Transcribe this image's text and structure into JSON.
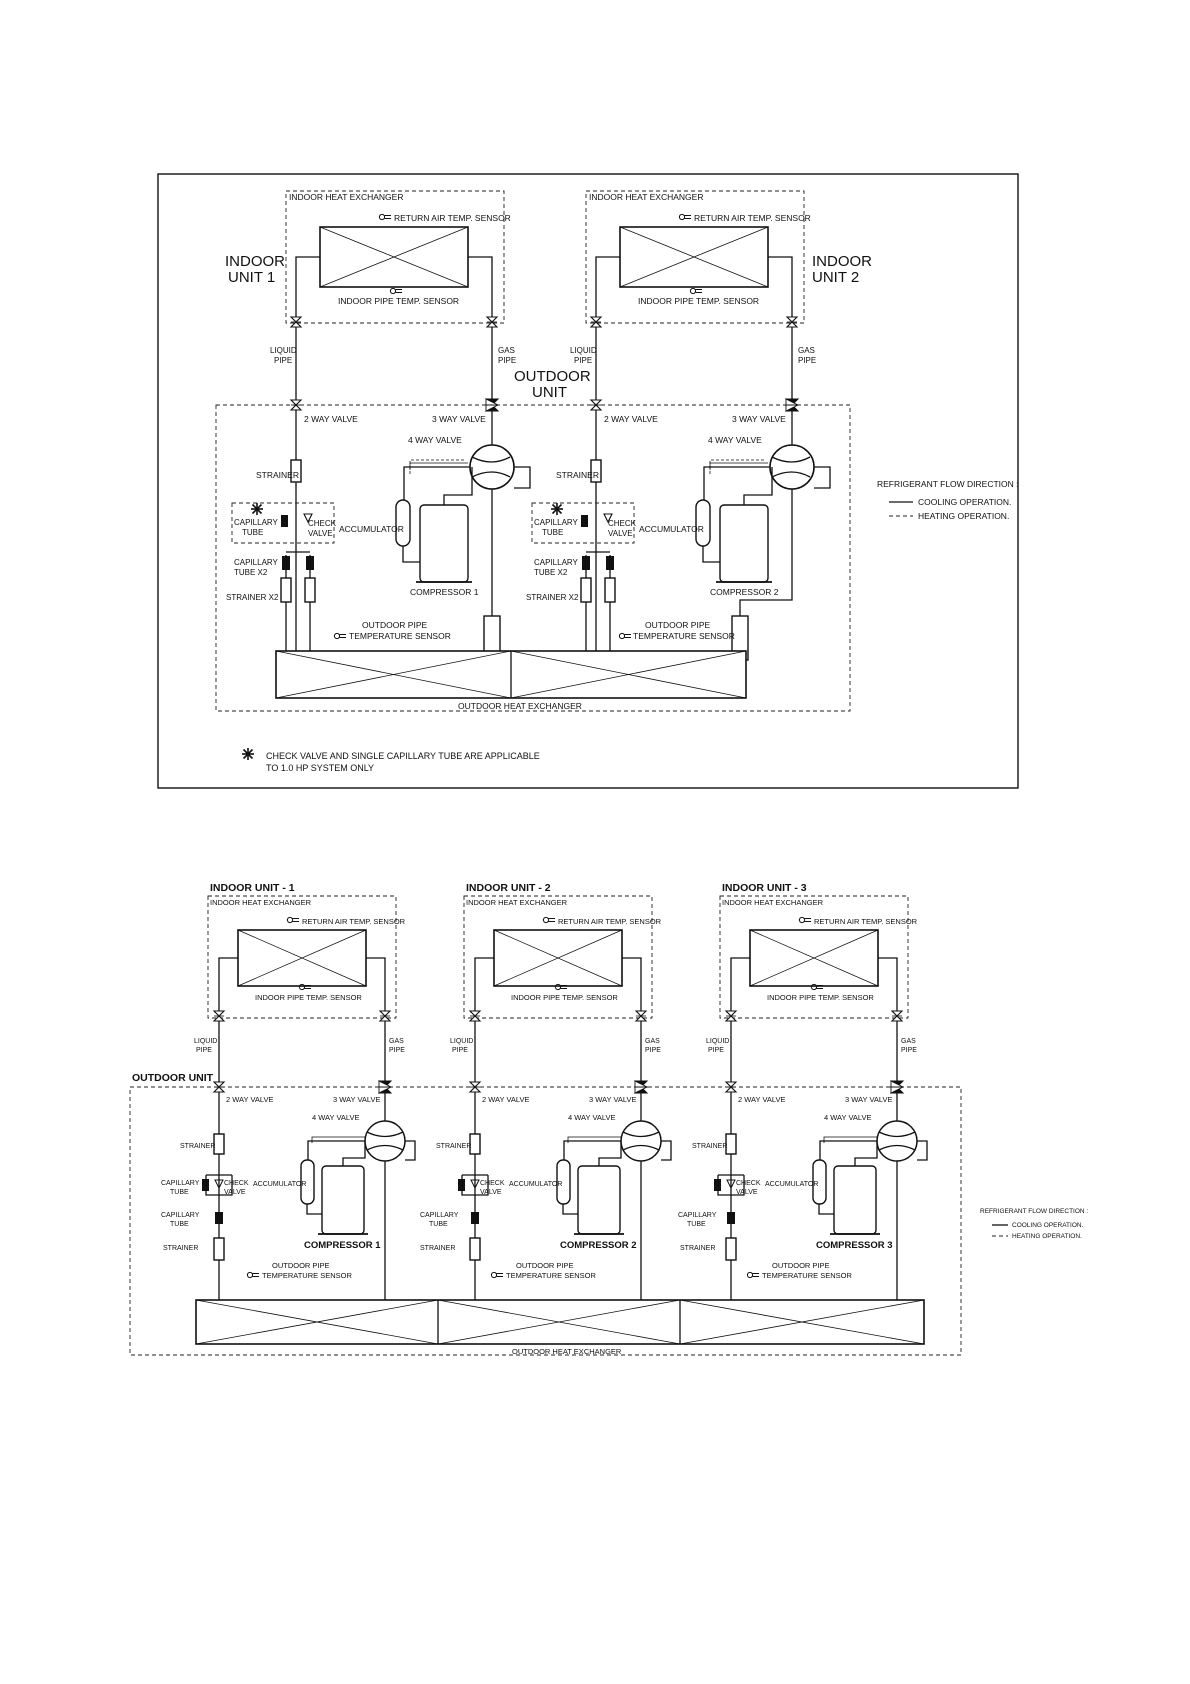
{
  "colors": {
    "ink": "#111111",
    "background": "#ffffff"
  },
  "diagram1": {
    "unit_labels": [
      [
        "INDOOR",
        "UNIT  1"
      ],
      [
        "INDOOR",
        "UNIT  2"
      ]
    ],
    "outdoor_label": [
      "OUTDOOR",
      "UNIT"
    ],
    "indoor_hx": "INDOOR HEAT EXCHANGER",
    "return_sensor": "RETURN AIR TEMP. SENSOR",
    "pipe_sensor": "INDOOR PIPE TEMP. SENSOR",
    "liquid_pipe": [
      "LIQUID",
      "PIPE"
    ],
    "gas_pipe": [
      "GAS",
      "PIPE"
    ],
    "two_way": "2 WAY VALVE",
    "three_way": "3 WAY VALVE",
    "four_way": "4 WAY VALVE",
    "strainer": "STRAINER",
    "capillary_tube": [
      "CAPILLARY",
      "TUBE"
    ],
    "check_valve": [
      "CHECK",
      "VALVE"
    ],
    "accumulator": "ACCUMULATOR",
    "capillary_x2": [
      "CAPILLARY",
      "TUBE X2"
    ],
    "strainer_x2": "STRAINER X2",
    "compressors": [
      "COMPRESSOR 1",
      "COMPRESSOR 2"
    ],
    "outdoor_pipe_sensor": [
      "OUTDOOR PIPE",
      "TEMPERATURE SENSOR"
    ],
    "outdoor_hx": "OUTDOOR HEAT EXCHANGER",
    "legend": {
      "title": "REFRIGERANT FLOW DIRECTION :",
      "cooling": "COOLING  OPERATION.",
      "heating": "HEATING  OPERATION."
    },
    "footnote": [
      "CHECK VALVE AND SINGLE CAPILLARY TUBE ARE APPLICABLE",
      "TO 1.0 HP SYSTEM ONLY"
    ]
  },
  "diagram2": {
    "unit_titles": [
      "INDOOR UNIT - 1",
      "INDOOR UNIT - 2",
      "INDOOR UNIT - 3"
    ],
    "outdoor_label": "OUTDOOR UNIT",
    "indoor_hx": "INDOOR HEAT EXCHANGER",
    "return_sensor": "RETURN AIR TEMP. SENSOR",
    "pipe_sensor": "INDOOR PIPE TEMP. SENSOR",
    "liquid_pipe": [
      "LIQUID",
      "PIPE"
    ],
    "gas_pipe": [
      "GAS",
      "PIPE"
    ],
    "two_way": "2 WAY VALVE",
    "three_way": "3 WAY VALVE",
    "four_way": "4 WAY VALVE",
    "strainer": "STRAINER",
    "capillary_tube": [
      "CAPILLARY",
      "TUBE"
    ],
    "check_valve": [
      "CHECK",
      "VALVE"
    ],
    "accumulator": "ACCUMULATOR",
    "compressors": [
      "COMPRESSOR 1",
      "COMPRESSOR 2",
      "COMPRESSOR 3"
    ],
    "outdoor_pipe_sensor": [
      "OUTDOOR PIPE",
      "TEMPERATURE SENSOR"
    ],
    "outdoor_hx": "OUTDOOR HEAT EXCHANGER",
    "legend": {
      "title": "REFRIGERANT FLOW DIRECTION :",
      "cooling": "COOLING  OPERATION.",
      "heating": "HEATING  OPERATION."
    }
  }
}
